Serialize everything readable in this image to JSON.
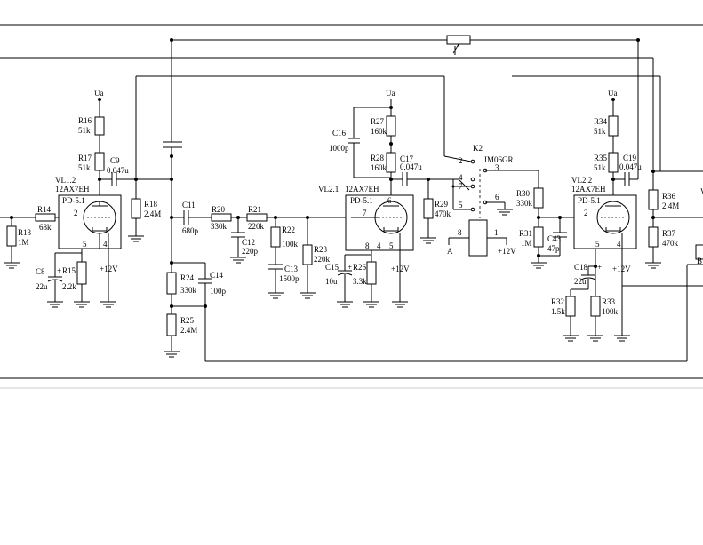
{
  "components": {
    "VL12": {
      "name": "VL1.2",
      "type": "12AX7EH",
      "socket": "PD-5.1",
      "pin_grid": "2",
      "pin_a": "5",
      "pin_b": "4"
    },
    "VL21": {
      "name": "VL2.1",
      "type": "12AX7EH",
      "socket": "PD-5.1",
      "pin_grid": "7",
      "pin_top": "6",
      "pin_a": "8",
      "pin_b": "4",
      "pin_c": "5"
    },
    "VL22": {
      "name": "VL2.2",
      "type": "12AX7EH",
      "socket": "PD-5.1",
      "pin_grid": "2",
      "pin_a": "5",
      "pin_b": "4"
    },
    "R13": {
      "name": "R13",
      "value": "1M"
    },
    "R14": {
      "name": "R14",
      "value": "68k"
    },
    "R15": {
      "name": "R15",
      "value": "2.2k"
    },
    "R16": {
      "name": "R16",
      "value": "51k"
    },
    "R17": {
      "name": "R17",
      "value": "51k"
    },
    "R18": {
      "name": "R18",
      "value": "2.4M"
    },
    "R20": {
      "name": "R20",
      "value": "330k"
    },
    "R21": {
      "name": "R21",
      "value": "220k"
    },
    "R22": {
      "name": "R22",
      "value": "100k"
    },
    "R23": {
      "name": "R23",
      "value": "220k"
    },
    "R24": {
      "name": "R24",
      "value": "330k"
    },
    "R25": {
      "name": "R25",
      "value": "2.4M"
    },
    "R26": {
      "name": "R26",
      "value": "3.3k"
    },
    "R27": {
      "name": "R27",
      "value": "160k"
    },
    "R28": {
      "name": "R28",
      "value": "160k"
    },
    "R29": {
      "name": "R29",
      "value": "470k"
    },
    "R30": {
      "name": "R30",
      "value": "330k"
    },
    "R31": {
      "name": "R31",
      "value": "1M"
    },
    "R32": {
      "name": "R32",
      "value": "1.5k"
    },
    "R33": {
      "name": "R33",
      "value": "100k"
    },
    "R34": {
      "name": "R34",
      "value": "51k"
    },
    "R35": {
      "name": "R35",
      "value": "51k"
    },
    "R36": {
      "name": "R36",
      "value": "2.4M"
    },
    "R37": {
      "name": "R37",
      "value": "470k"
    },
    "C8": {
      "name": "C8",
      "value": "22u"
    },
    "C9": {
      "name": "C9",
      "value": "0.047u"
    },
    "C11": {
      "name": "C11",
      "value": "680p"
    },
    "C12": {
      "name": "C12",
      "value": "220p"
    },
    "C13": {
      "name": "C13",
      "value": "1500p"
    },
    "C14": {
      "name": "C14",
      "value": "100p"
    },
    "C15": {
      "name": "C15",
      "value": "10u"
    },
    "C16": {
      "name": "C16",
      "value": "1000p"
    },
    "C17": {
      "name": "C17",
      "value": "0.047u"
    },
    "C18": {
      "name": "C18",
      "value": "22u"
    },
    "C19": {
      "name": "C19",
      "value": "0.047u"
    },
    "C43": {
      "name": "C43",
      "value": "47p"
    },
    "K2": {
      "name": "K2",
      "type": "IM06GR",
      "pins": [
        "2",
        "3",
        "4",
        "5",
        "6",
        "7",
        "8",
        "1"
      ]
    }
  },
  "nets": {
    "ua": "Ua",
    "plus12": "+12V",
    "a_label": "A",
    "b_label": "B",
    "plus_sign": "+"
  }
}
